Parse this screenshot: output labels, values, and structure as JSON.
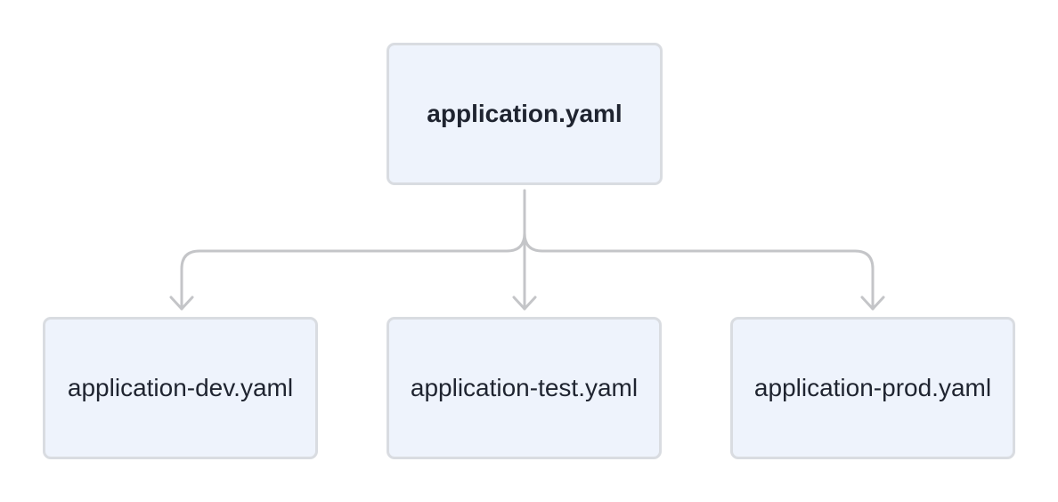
{
  "diagram": {
    "root": {
      "label": "application.yaml"
    },
    "children": [
      {
        "label": "application-dev.yaml"
      },
      {
        "label": "application-test.yaml"
      },
      {
        "label": "application-prod.yaml"
      }
    ],
    "colors": {
      "node_fill": "#eef3fc",
      "node_border": "#d9dce1",
      "connector": "#c4c5c8",
      "text": "#1f2430"
    }
  }
}
